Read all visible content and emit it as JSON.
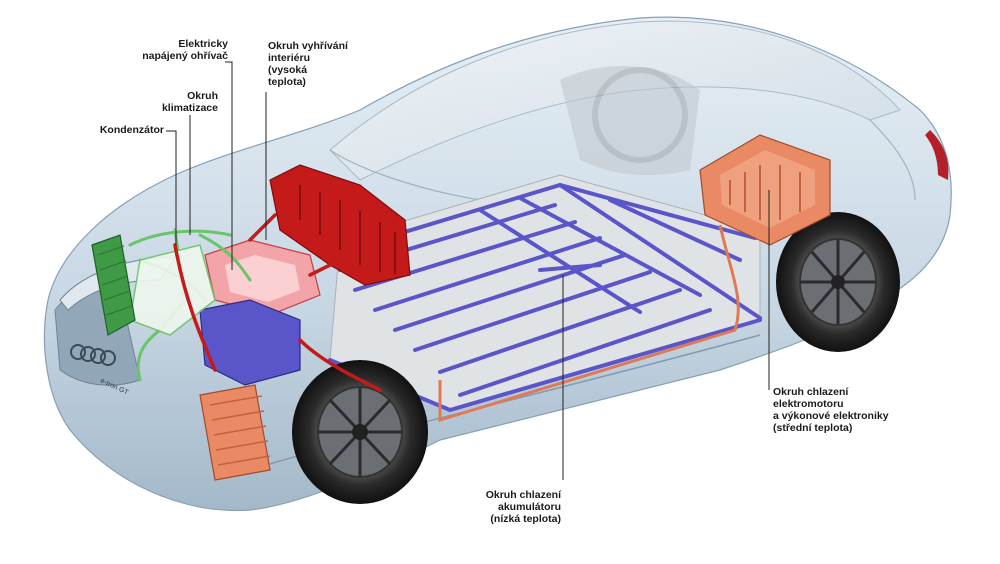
{
  "callouts": {
    "kondenzator": "Kondenzátor",
    "okruh_klimatizace": "Okruh\nklimatizace",
    "elektricky_ohrivac": "Elektricky\nnapájený ohřívač",
    "okruh_vyhrivani": "Okruh vyhřívání\ninteriéru\n(vysoká\nteplota)",
    "okruh_elektromotoru": "Okruh chlazení\nelektromotoru\na výkonové elektroniky\n(střední teplota)",
    "okruh_akumulatoru": "Okruh chlazení\nakumulátoru\n(nízká teplota)"
  },
  "badge": {
    "model": "e-tron GT"
  },
  "colors": {
    "body_glass": "#c9d9e6",
    "body_edge": "#7f9bb1",
    "battery_circuit": "#5a55c9",
    "heating_circuit": "#c41a1a",
    "motor_circuit": "#e98a64",
    "ac_circuit": "#6cc46a",
    "condenser": "#3f9a46",
    "tire": "#1e1e1e",
    "leader": "#222222"
  },
  "icons": [
    "car-body-icon",
    "battery-pack-icon",
    "electric-motor-icon",
    "hvac-unit-icon",
    "condenser-icon",
    "heater-icon"
  ]
}
